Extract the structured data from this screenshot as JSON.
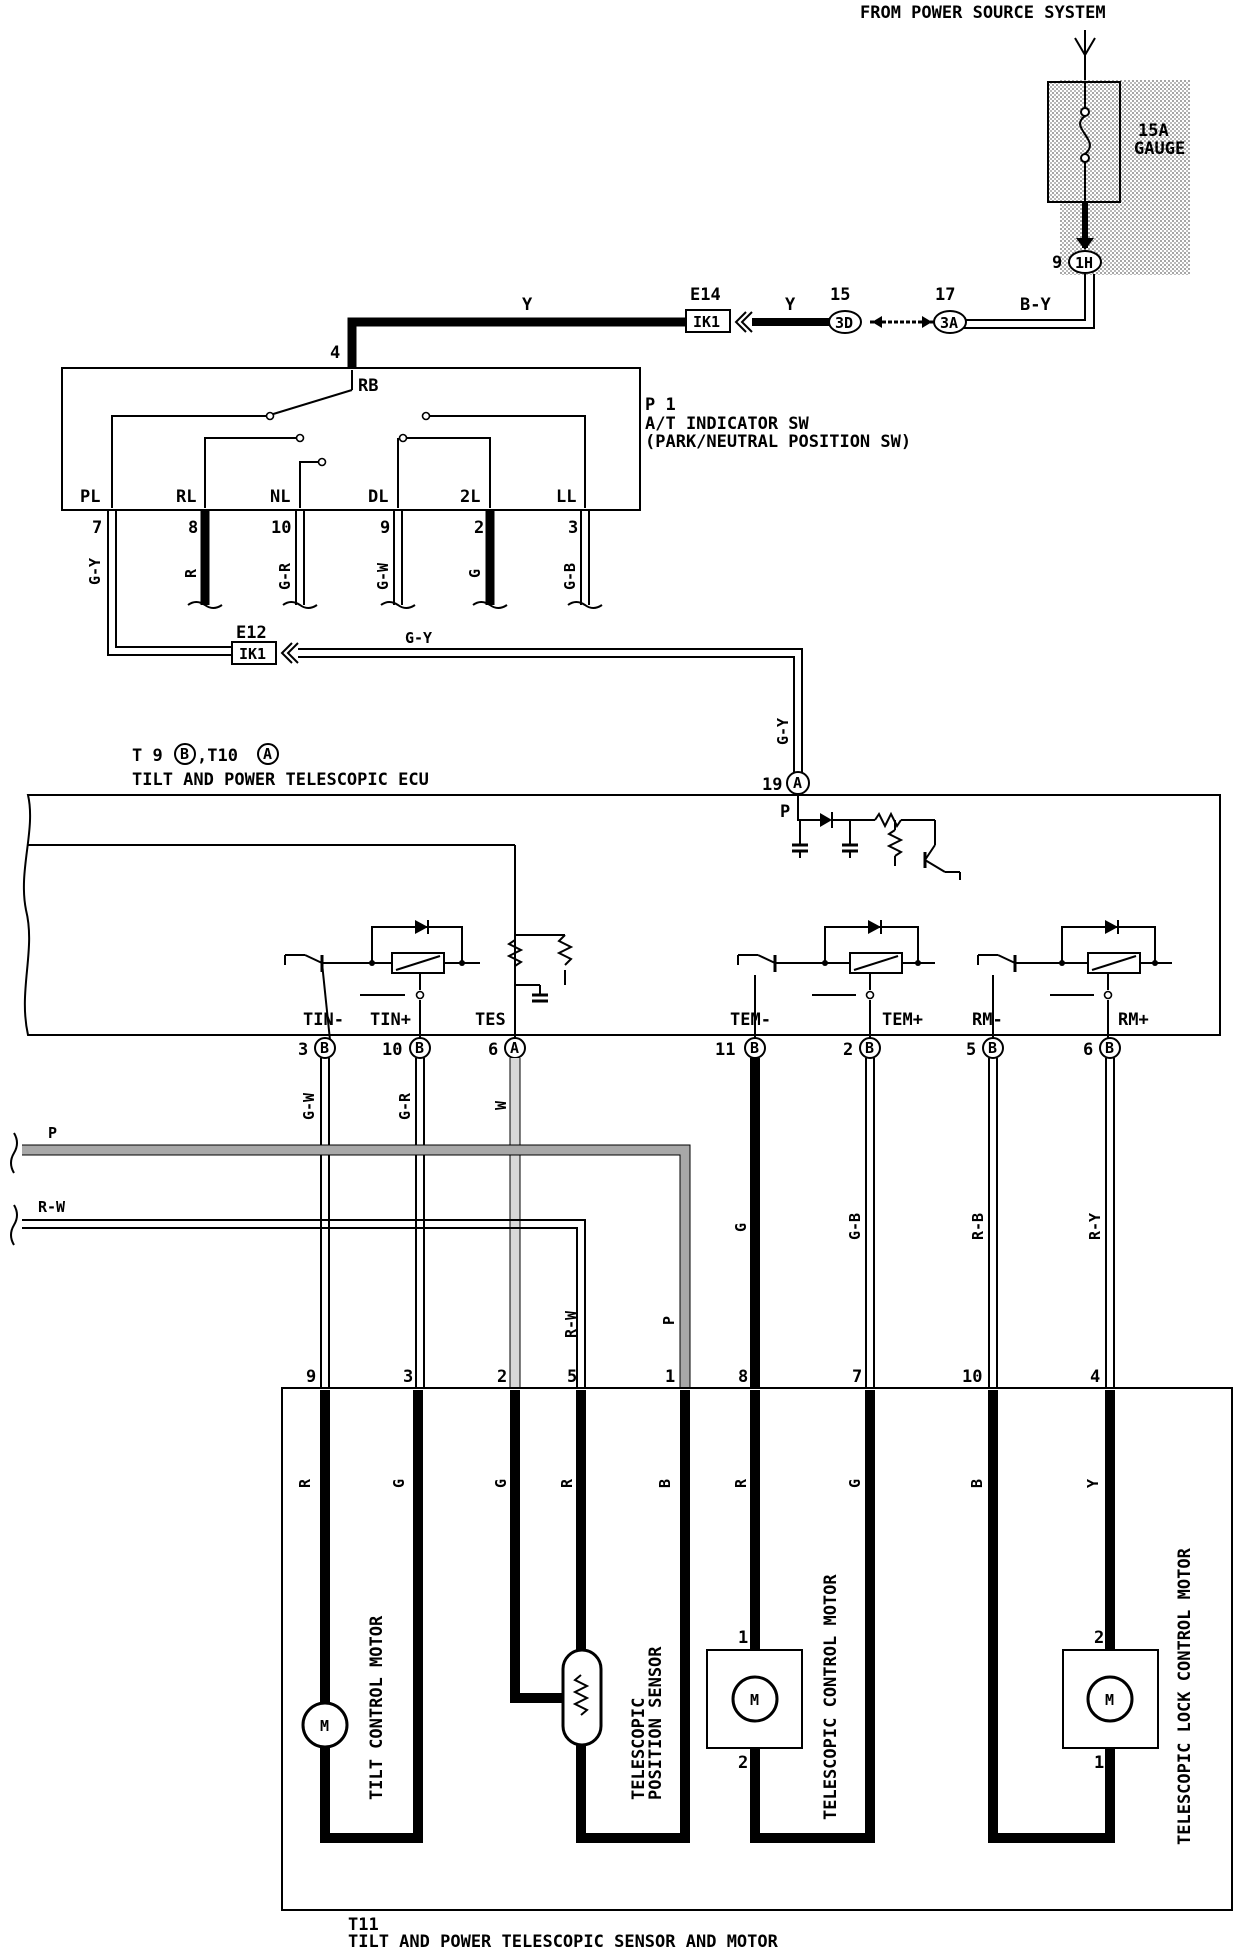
{
  "power_source": {
    "label": "FROM POWER SOURCE SYSTEM"
  },
  "fuse": {
    "rating": "15A",
    "name": "GAUGE"
  },
  "connectors": {
    "ih": {
      "pin": "9",
      "code": "1H"
    },
    "c3d": {
      "pin": "15",
      "code": "3D"
    },
    "c3a": {
      "pin": "17",
      "code": "3A"
    },
    "e14": {
      "id": "E14",
      "code": "IK1"
    },
    "e12": {
      "id": "E12",
      "code": "IK1"
    }
  },
  "wires": {
    "main_y_1": "Y",
    "main_y_2": "Y",
    "main_by": "B-Y",
    "pl": "G-Y",
    "rl": "R",
    "nl": "G-R",
    "dl": "G-W",
    "l2": "G",
    "ll": "G-B",
    "e12_run": "G-Y",
    "ecu_in": "G-Y",
    "tin_minus": "G-W",
    "tin_plus": "G-R",
    "tes": "W",
    "tem_minus": "G",
    "tem_plus": "G-B",
    "rm_minus": "R-B",
    "rm_plus": "R-Y",
    "bus_p": "P",
    "bus_rw": "R-W",
    "sensor_rw": "R-W",
    "sensor_p": "P",
    "m_r1": "R",
    "m_g1": "G",
    "m_g2": "G",
    "m_r2": "R",
    "m_b1": "B",
    "m_r3": "R",
    "m_g3": "G",
    "m_b2": "B",
    "m_y": "Y"
  },
  "atsw": {
    "code": "P 1",
    "name": "A/T INDICATOR SW",
    "alt_name": "(PARK/NEUTRAL POSITION SW)",
    "input_pin": "4",
    "input_terminal": "RB",
    "terminals": [
      {
        "label": "PL",
        "pin": "7"
      },
      {
        "label": "RL",
        "pin": "8"
      },
      {
        "label": "NL",
        "pin": "10"
      },
      {
        "label": "DL",
        "pin": "9"
      },
      {
        "label": "2L",
        "pin": "2"
      },
      {
        "label": "LL",
        "pin": "3"
      }
    ]
  },
  "ecu": {
    "code_prefix_1": "T 9",
    "code_badge_1": "B",
    "code_prefix_2": ",T10",
    "code_badge_2": "A",
    "name": "TILT AND POWER TELESCOPIC ECU",
    "input_pin": "19",
    "input_conn": "A",
    "p_label": "P",
    "terminals": [
      {
        "label": "TIN-",
        "pin": "3",
        "conn": "B"
      },
      {
        "label": "TIN+",
        "pin": "10",
        "conn": "B"
      },
      {
        "label": "TES",
        "pin": "6",
        "conn": "A"
      },
      {
        "label": "TEM-",
        "pin": "11",
        "conn": "B"
      },
      {
        "label": "TEM+",
        "pin": "2",
        "conn": "B"
      },
      {
        "label": "RM-",
        "pin": "5",
        "conn": "B"
      },
      {
        "label": "RM+",
        "pin": "6",
        "conn": "B"
      }
    ]
  },
  "motor_unit": {
    "code": "T11",
    "name": "TILT AND POWER TELESCOPIC SENSOR AND MOTOR",
    "pins": [
      "9",
      "3",
      "2",
      "5",
      "1",
      "8",
      "7",
      "10",
      "4"
    ],
    "tilt_motor": "TILT CONTROL MOTOR",
    "sensor_line1": "TELESCOPIC",
    "sensor_line2": "POSITION SENSOR",
    "tele_motor": "TELESCOPIC CONTROL MOTOR",
    "tele_pin_top": "1",
    "tele_pin_bottom": "2",
    "lock_motor": "TELESCOPIC LOCK CONTROL MOTOR",
    "lock_pin_top": "2",
    "lock_pin_bottom": "1",
    "motor_symbol": "M"
  }
}
